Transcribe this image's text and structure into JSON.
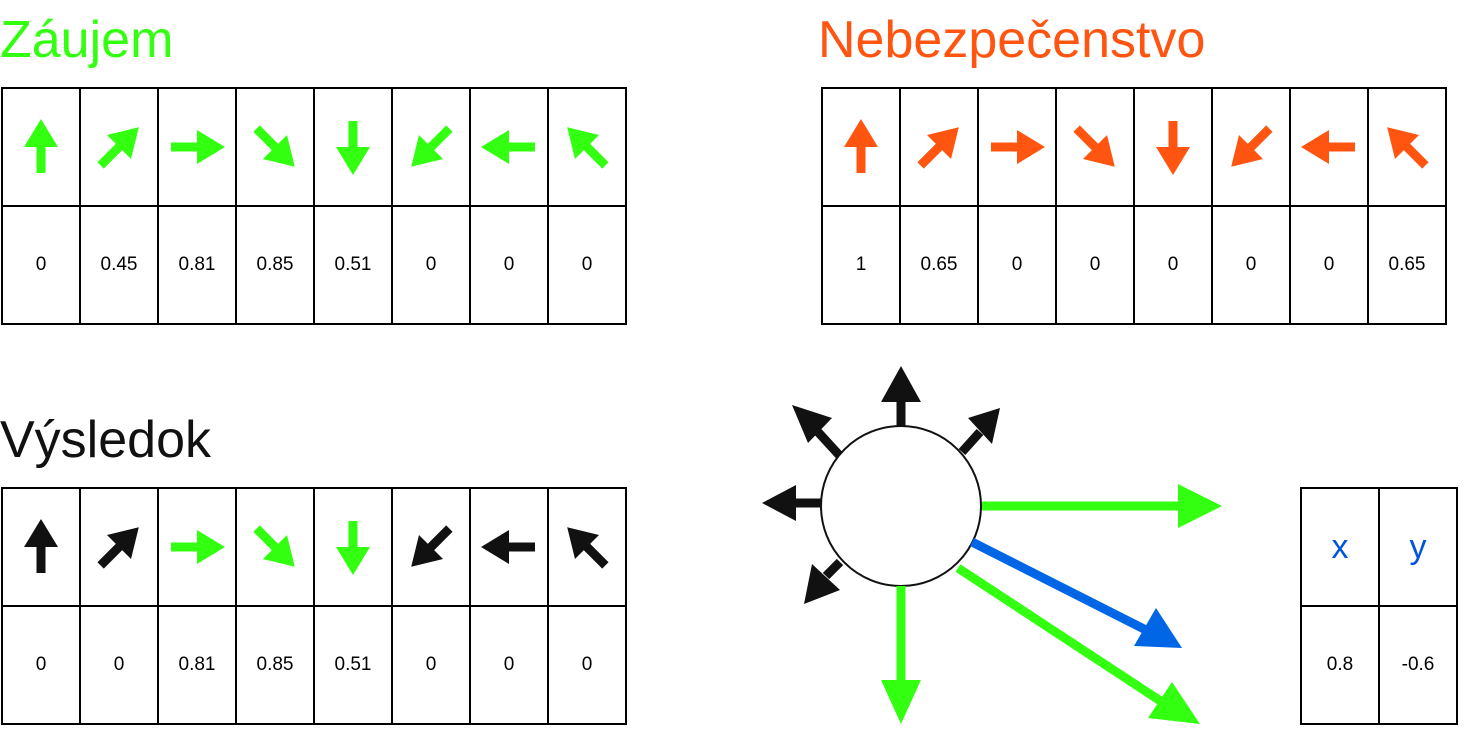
{
  "colors": {
    "interest": "#33ff11",
    "danger": "#ff5511",
    "neutral": "#111111",
    "resultant": "#0066e6",
    "xy_label": "#0055dd"
  },
  "directions": [
    "up",
    "up-right",
    "right",
    "down-right",
    "down",
    "down-left",
    "left",
    "up-left"
  ],
  "interest": {
    "title": "Záujem",
    "values": [
      "0",
      "0.45",
      "0.81",
      "0.85",
      "0.51",
      "0",
      "0",
      "0"
    ]
  },
  "danger": {
    "title": "Nebezpečenstvo",
    "values": [
      "1",
      "0.65",
      "0",
      "0",
      "0",
      "0",
      "0",
      "0.65"
    ]
  },
  "result": {
    "title": "Výsledok",
    "values": [
      "0",
      "0",
      "0.81",
      "0.85",
      "0.51",
      "0",
      "0",
      "0"
    ],
    "arrow_colors": [
      "neutral",
      "neutral",
      "interest",
      "interest",
      "interest",
      "neutral",
      "neutral",
      "neutral"
    ]
  },
  "output_vector": {
    "labels": [
      "x",
      "y"
    ],
    "values": [
      "0.8",
      "-0.6"
    ]
  }
}
